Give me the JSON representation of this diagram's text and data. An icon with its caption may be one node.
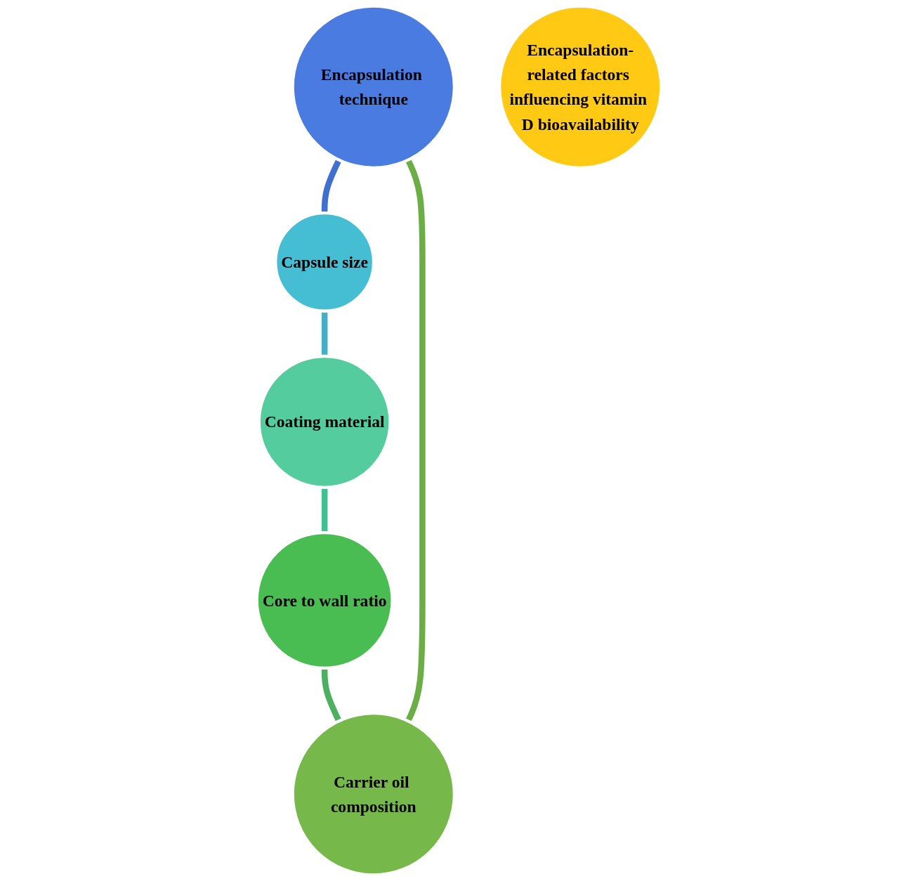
{
  "diagram": {
    "nodes": [
      {
        "text": [
          "Encapsulation technique"
        ]
      },
      {
        "text": [
          "Carrier oil composition"
        ]
      },
      {
        "text": [
          "Capsule size"
        ]
      },
      {
        "text": [
          "Encapsulation-related factors influencing vitamin D bioavailability"
        ]
      },
      {
        "text": [
          "Core to wall ratio"
        ]
      },
      {
        "text": [
          "Coating material"
        ]
      }
    ],
    "edges": [
      {
        "from": 0,
        "to": 2,
        "arrow": "none",
        "color": "#3f6fcf"
      },
      {
        "from": 2,
        "to": 5,
        "arrow": "none",
        "color": "#45aec8"
      },
      {
        "from": 5,
        "to": 4,
        "arrow": "none",
        "color": "#40c090"
      },
      {
        "from": 4,
        "to": 1,
        "arrow": "none",
        "color": "#4cb060"
      },
      {
        "from": 1,
        "to": 0,
        "arrow": "none",
        "color": "#6aae45"
      }
    ]
  }
}
